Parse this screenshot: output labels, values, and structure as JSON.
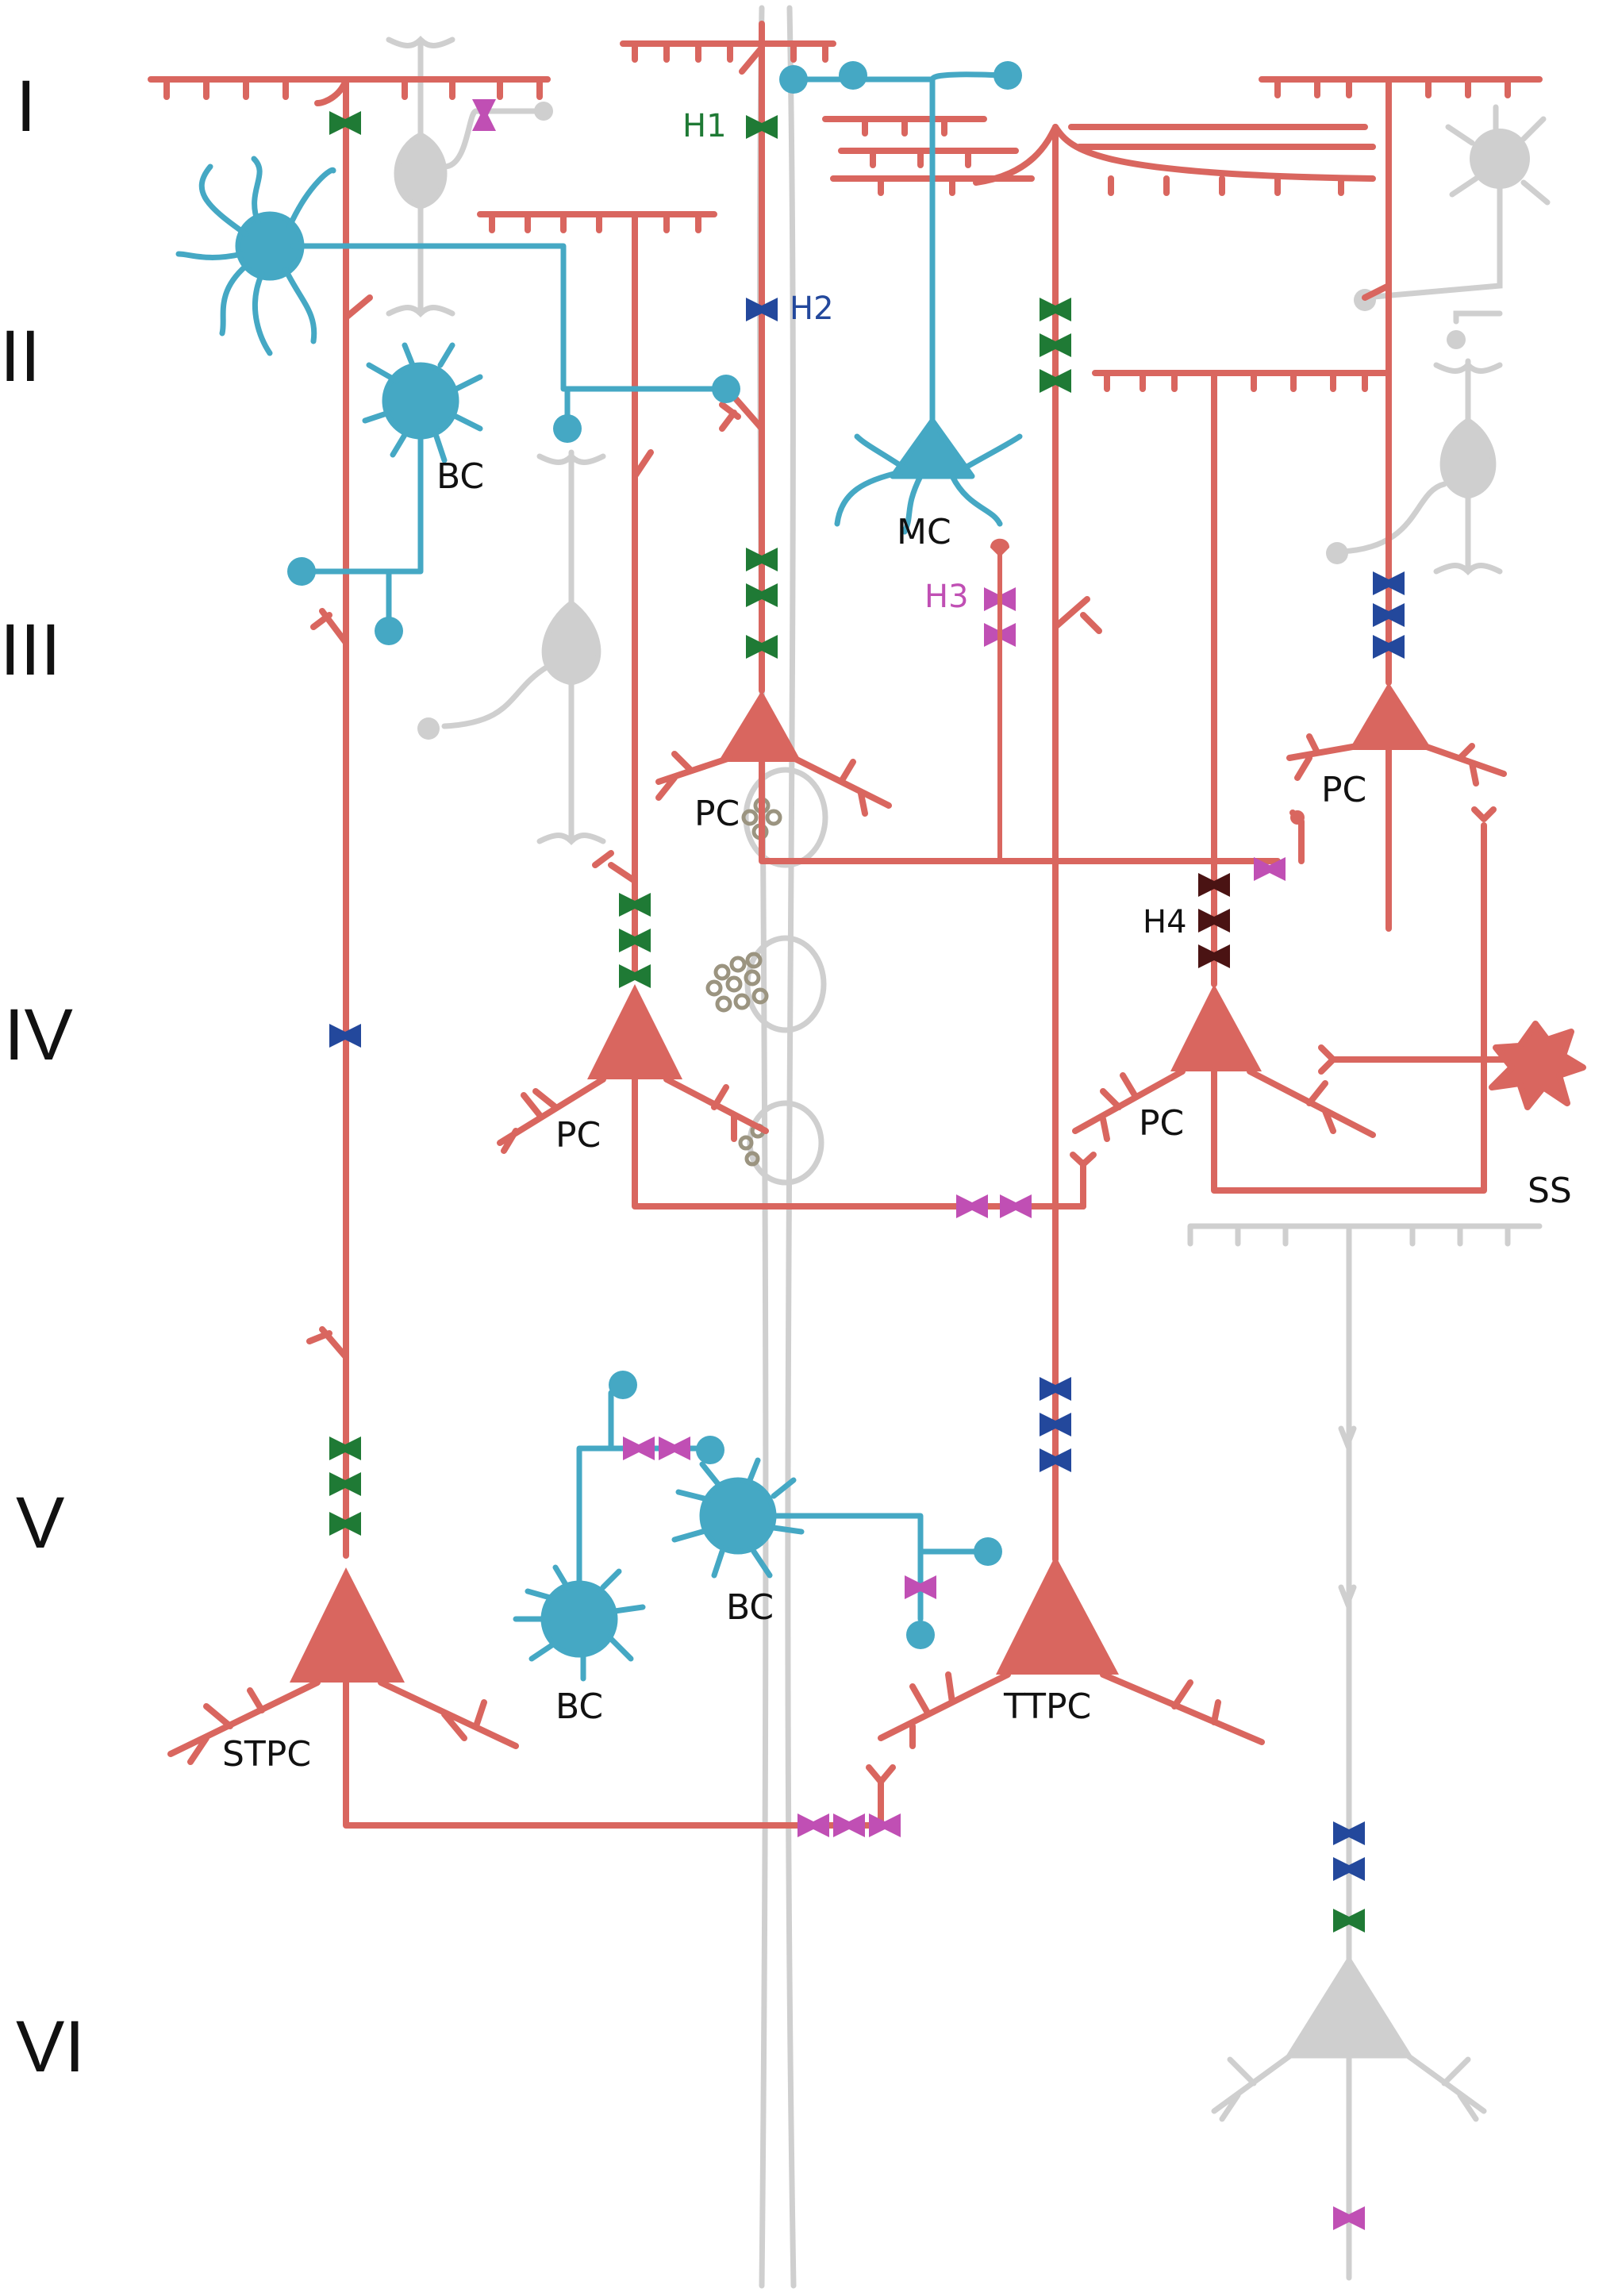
{
  "colors": {
    "pyramidal": "#d9665f",
    "interneuron": "#45a8c4",
    "gray": "#cfcfcf",
    "gray_dark": "#b9b9b9",
    "H1": "#1f7a35",
    "H2": "#23489c",
    "H3": "#c04fb4",
    "H4": "#4a1313",
    "text": "#111111"
  },
  "layers": {
    "I": "I",
    "II": "II",
    "III": "III",
    "IV": "IV",
    "V": "V",
    "VI": "VI"
  },
  "hypotheses": {
    "H1": "H1",
    "H2": "H2",
    "H3": "H3",
    "H4": "H4"
  },
  "cells": {
    "bc_upper": "BC",
    "mc": "MC",
    "pc_l3": "PC",
    "pc_l3_right": "PC",
    "pc_l4_left": "PC",
    "pc_l4_right": "PC",
    "ss": "SS",
    "bc_l5_left": "BC",
    "bc_l5_right": "BC",
    "stpc": "STPC",
    "ttpc": "TTPC"
  }
}
